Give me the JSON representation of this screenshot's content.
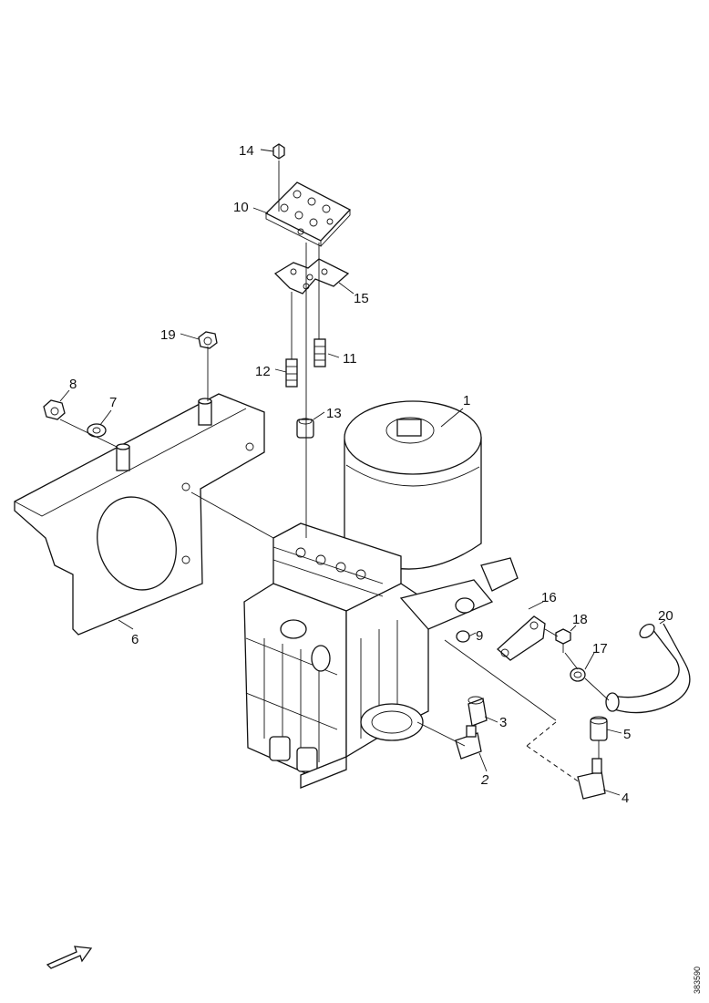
{
  "callouts": [
    {
      "id": "c1",
      "text": "1"
    },
    {
      "id": "c2",
      "text": "2"
    },
    {
      "id": "c3",
      "text": "3"
    },
    {
      "id": "c4",
      "text": "4"
    },
    {
      "id": "c5",
      "text": "5"
    },
    {
      "id": "c6",
      "text": "6"
    },
    {
      "id": "c7",
      "text": "7"
    },
    {
      "id": "c8",
      "text": "8"
    },
    {
      "id": "c9",
      "text": "9"
    },
    {
      "id": "c10",
      "text": "10"
    },
    {
      "id": "c11",
      "text": "11"
    },
    {
      "id": "c12",
      "text": "12"
    },
    {
      "id": "c13",
      "text": "13"
    },
    {
      "id": "c14",
      "text": "14"
    },
    {
      "id": "c15",
      "text": "15"
    },
    {
      "id": "c16",
      "text": "16"
    },
    {
      "id": "c17",
      "text": "17"
    },
    {
      "id": "c18",
      "text": "18"
    },
    {
      "id": "c19",
      "text": "19"
    },
    {
      "id": "c20",
      "text": "20"
    }
  ],
  "drawing_reference": "383590",
  "icons": {
    "direction_arrow": "forward-arrow-icon"
  }
}
